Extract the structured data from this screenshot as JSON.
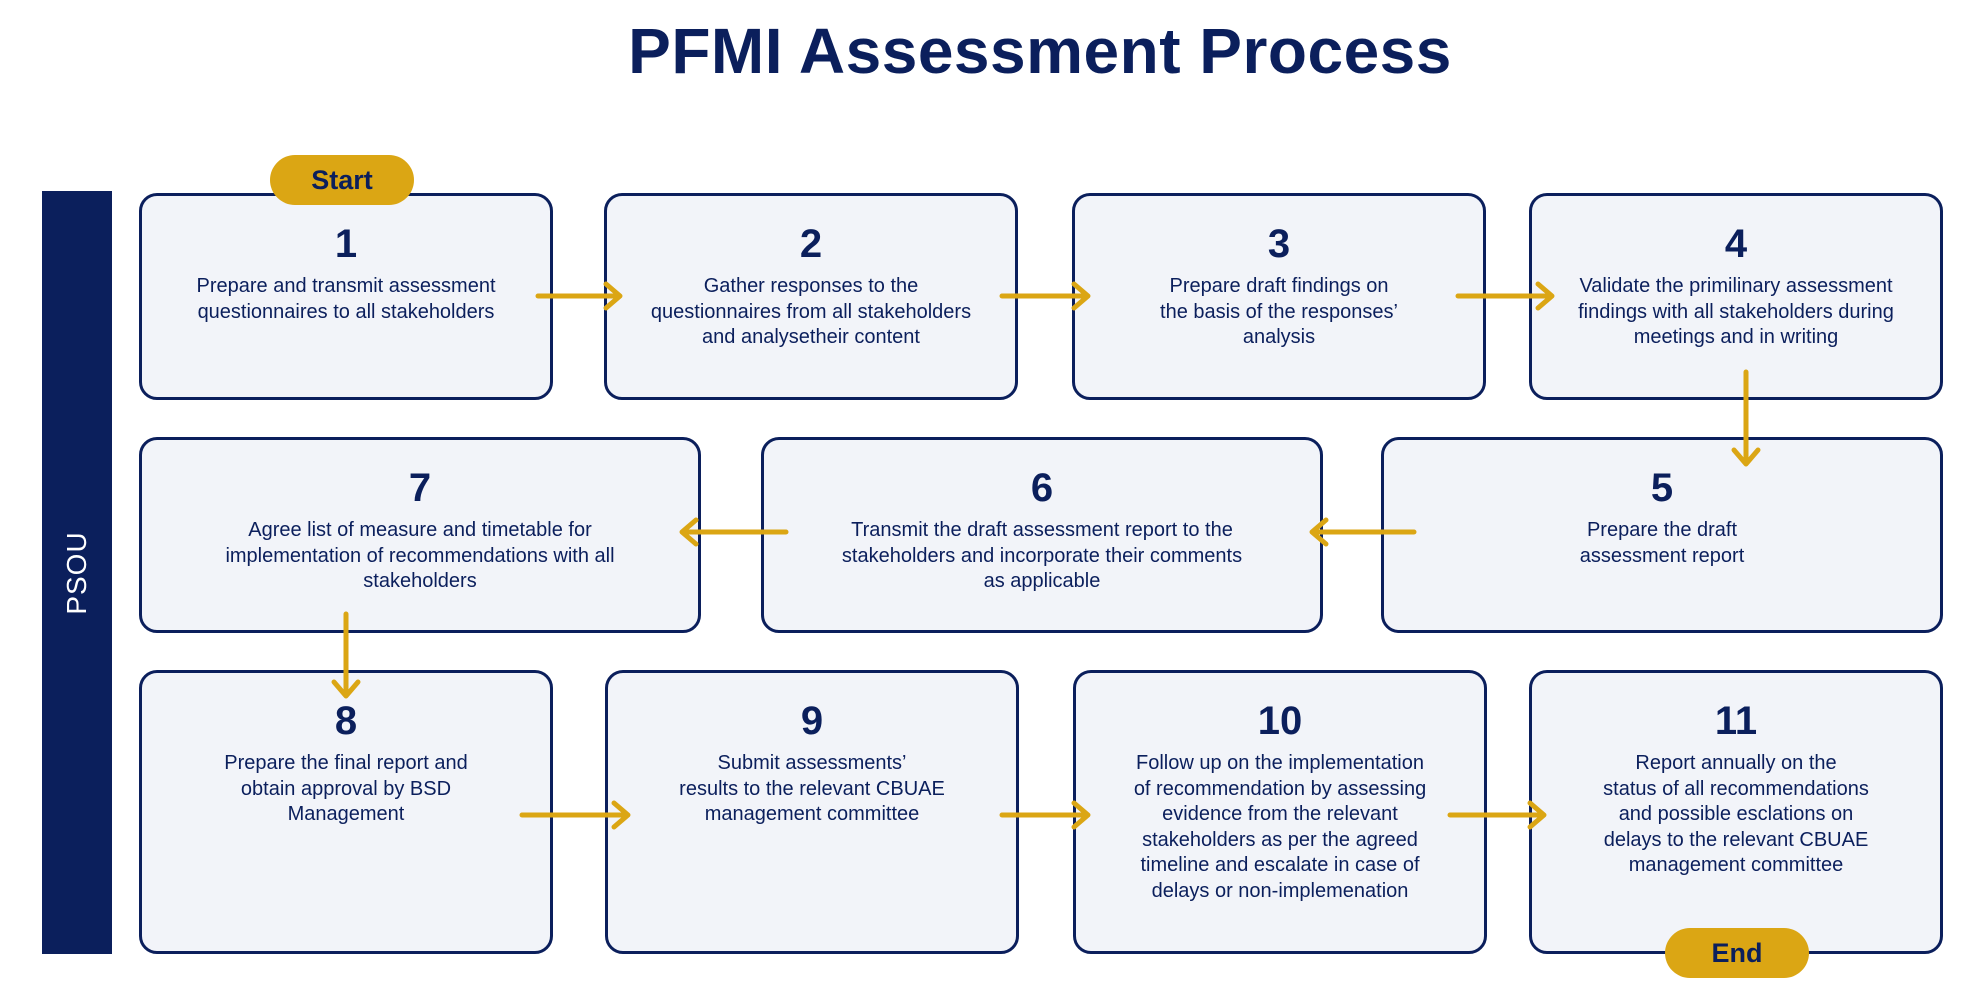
{
  "title": "PFMI Assessment Process",
  "side_label": "PSOU",
  "start_label": "Start",
  "end_label": "End",
  "colors": {
    "navy": "#0b1f5c",
    "gold": "#dba614",
    "box_fill": "#f2f4f9"
  },
  "steps": [
    {
      "number": "1",
      "text": "Prepare and transmit assessment\nquestionnaires to all stakeholders"
    },
    {
      "number": "2",
      "text": "Gather responses to the\nquestionnaires from all stakeholders\nand analysetheir content"
    },
    {
      "number": "3",
      "text": "Prepare draft findings on\nthe basis of the responses’\nanalysis"
    },
    {
      "number": "4",
      "text": "Validate the primilinary assessment\nfindings with all stakeholders during\nmeetings and in writing"
    },
    {
      "number": "5",
      "text": "Prepare the draft\nassessment report"
    },
    {
      "number": "6",
      "text": "Transmit the draft assessment report to the\nstakeholders and incorporate their comments\nas applicable"
    },
    {
      "number": "7",
      "text": "Agree list of measure and timetable for\nimplementation of recommendations with all\nstakeholders"
    },
    {
      "number": "8",
      "text": "Prepare the final report and\nobtain approval by BSD\nManagement"
    },
    {
      "number": "9",
      "text": "Submit assessments’\nresults to the relevant CBUAE\nmanagement committee"
    },
    {
      "number": "10",
      "text": "Follow up on the implementation\nof recommendation by assessing\nevidence from the relevant\nstakeholders as per the agreed\ntimeline and escalate in case of\ndelays or non-implemenation"
    },
    {
      "number": "11",
      "text": "Report annually on the\nstatus of all recommendations\nand possible esclations on\ndelays to the relevant CBUAE\nmanagement committee"
    }
  ]
}
